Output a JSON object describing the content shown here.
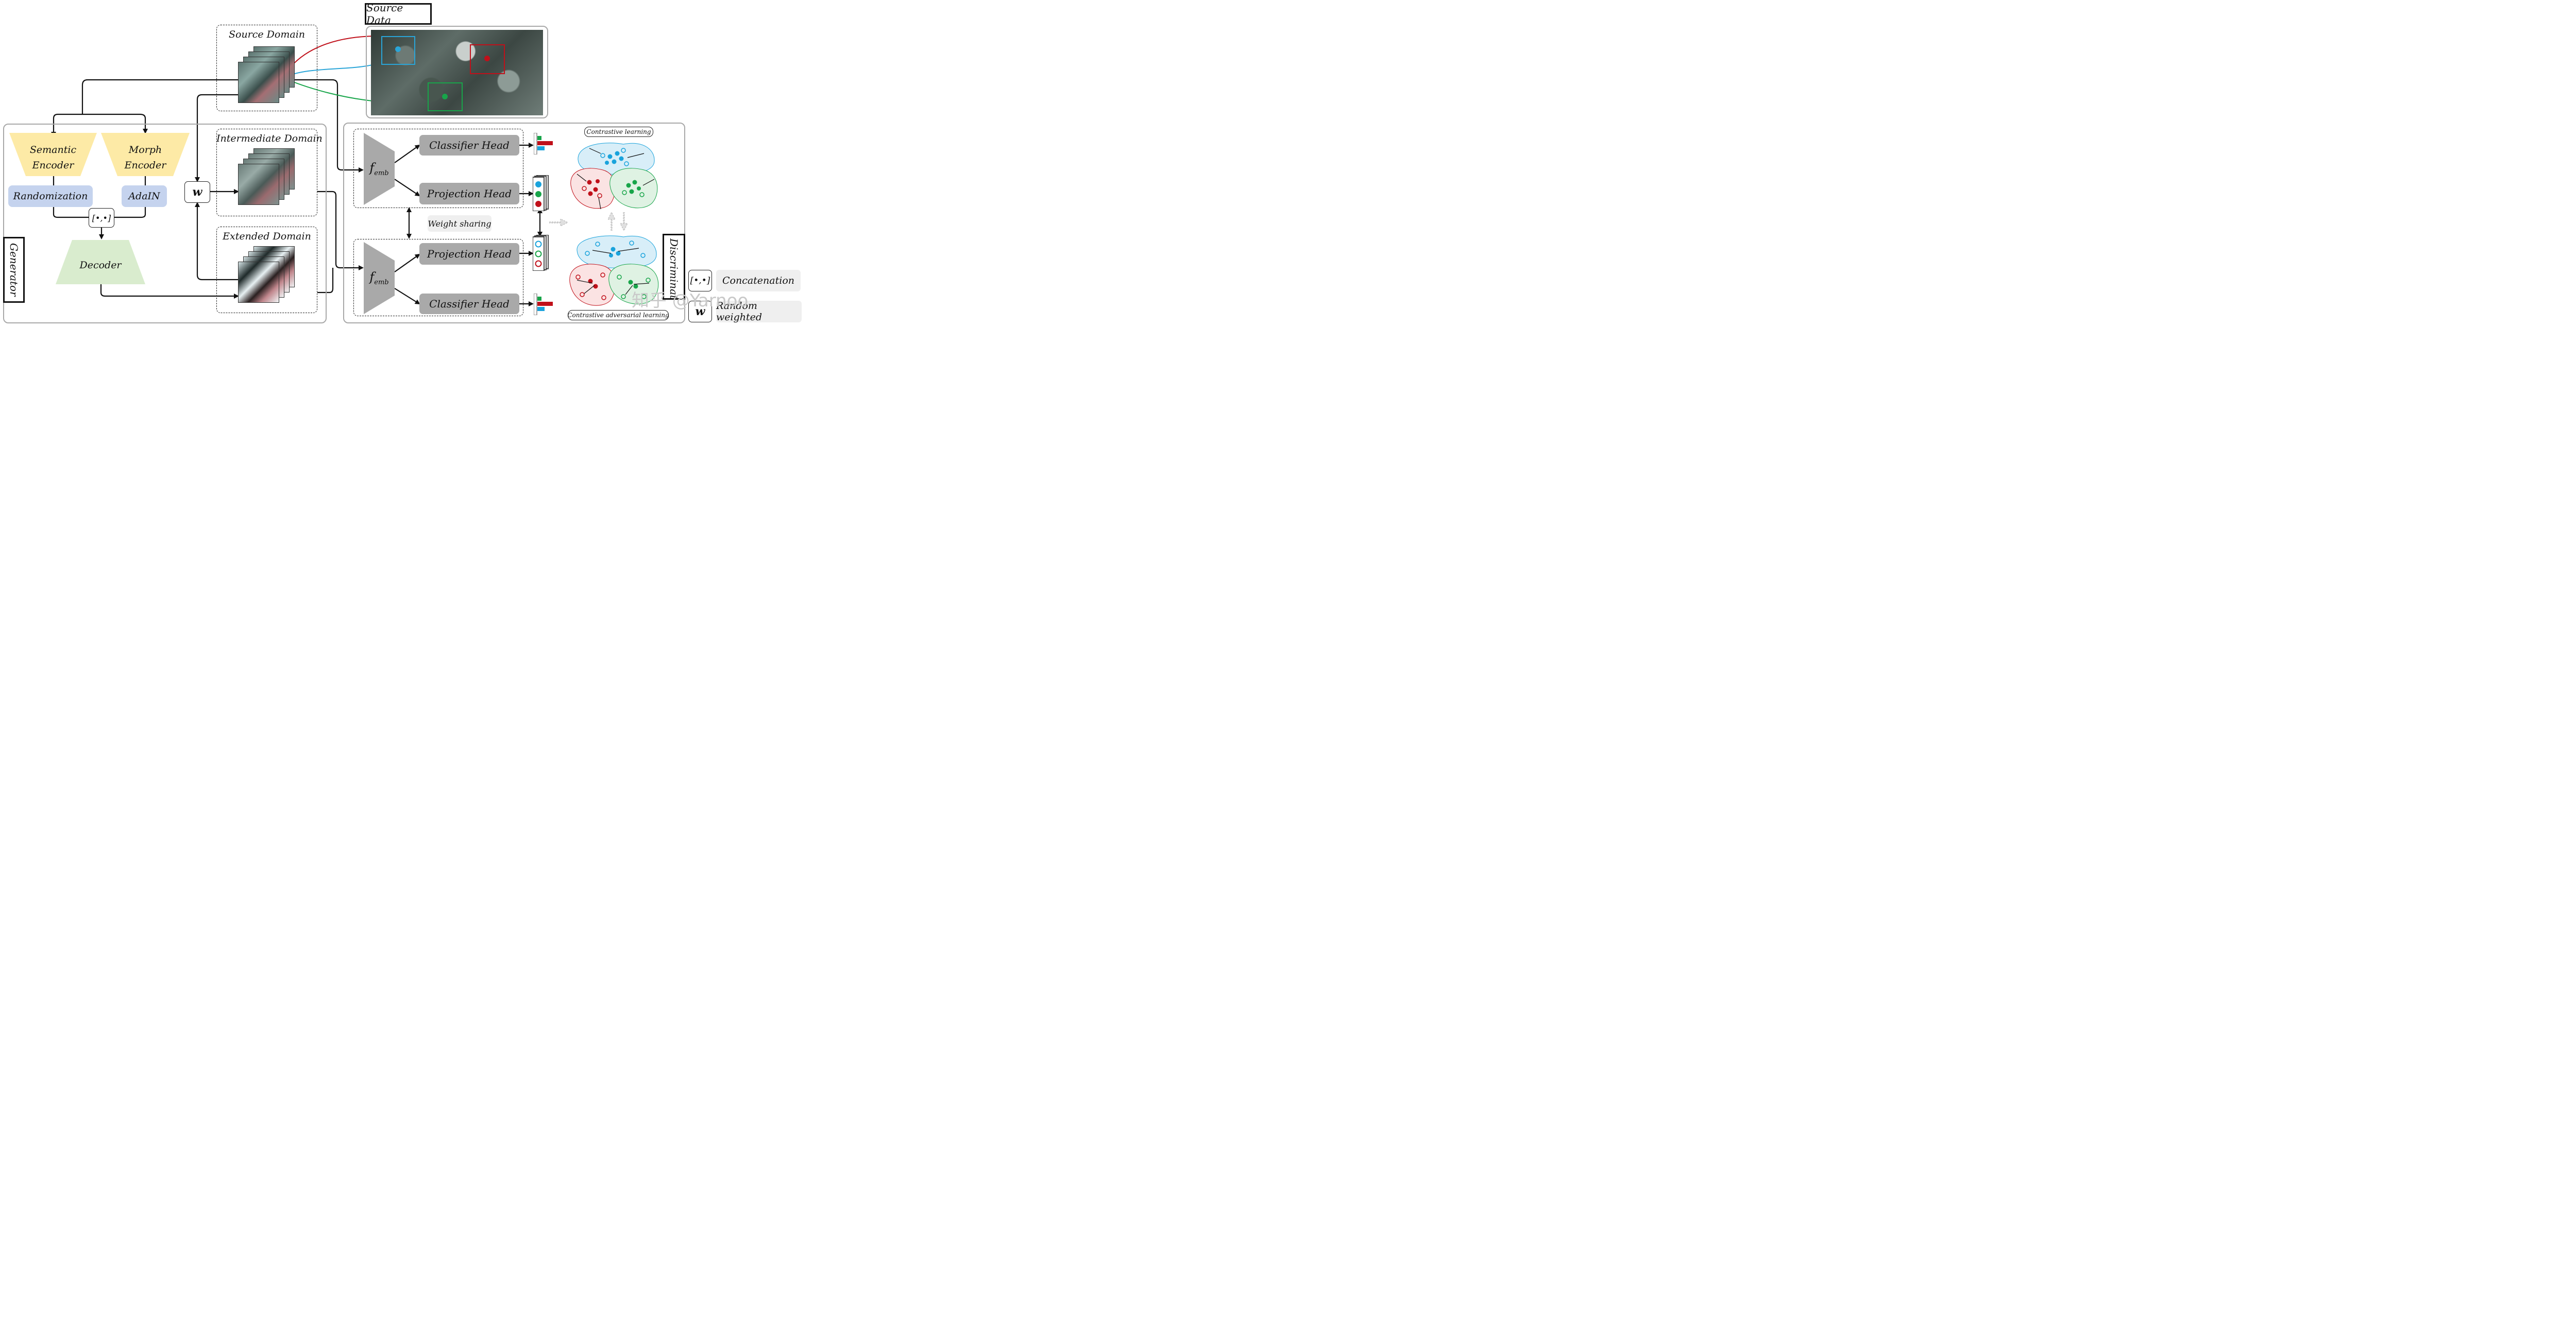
{
  "source_data": {
    "title": "Source Data"
  },
  "domains": {
    "source": "Source Domain",
    "intermediate": "Intermediate Domain",
    "extended": "Extended Domain"
  },
  "generator": {
    "label": "Generator",
    "semantic_encoder": [
      "Semantic",
      "Encoder"
    ],
    "morph_encoder": [
      "Morph",
      "Encoder"
    ],
    "randomization": "Randomization",
    "adain": "AdaIN",
    "concat_symbol": "[•,•]",
    "decoder": "Decoder"
  },
  "weight_symbol": "w",
  "discriminator": {
    "label": "Discriminator",
    "f_emb_main": "f",
    "f_emb_sub": "emb",
    "classifier_head": "Classifier Head",
    "projection_head": "Projection Head",
    "weight_sharing": "Weight sharing",
    "contrastive_learning": "Contrastive learning",
    "contrastive_adversarial_learning": "Contrastive adversarial learning"
  },
  "legend": {
    "concat_symbol": "[•,•]",
    "concatenation": "Concatenation",
    "w_symbol": "w",
    "random_weighted": "Random weighted"
  },
  "watermark": "知乎 @Yarnoo",
  "colors": {
    "encoder": "#fdeaa6",
    "randomization": "#c5d3ee",
    "decoder": "#d9ecce",
    "head": "#a9a9a9",
    "cluster_blue": "#1aa3dc",
    "cluster_red": "#c0101a",
    "cluster_green": "#18a54a"
  }
}
